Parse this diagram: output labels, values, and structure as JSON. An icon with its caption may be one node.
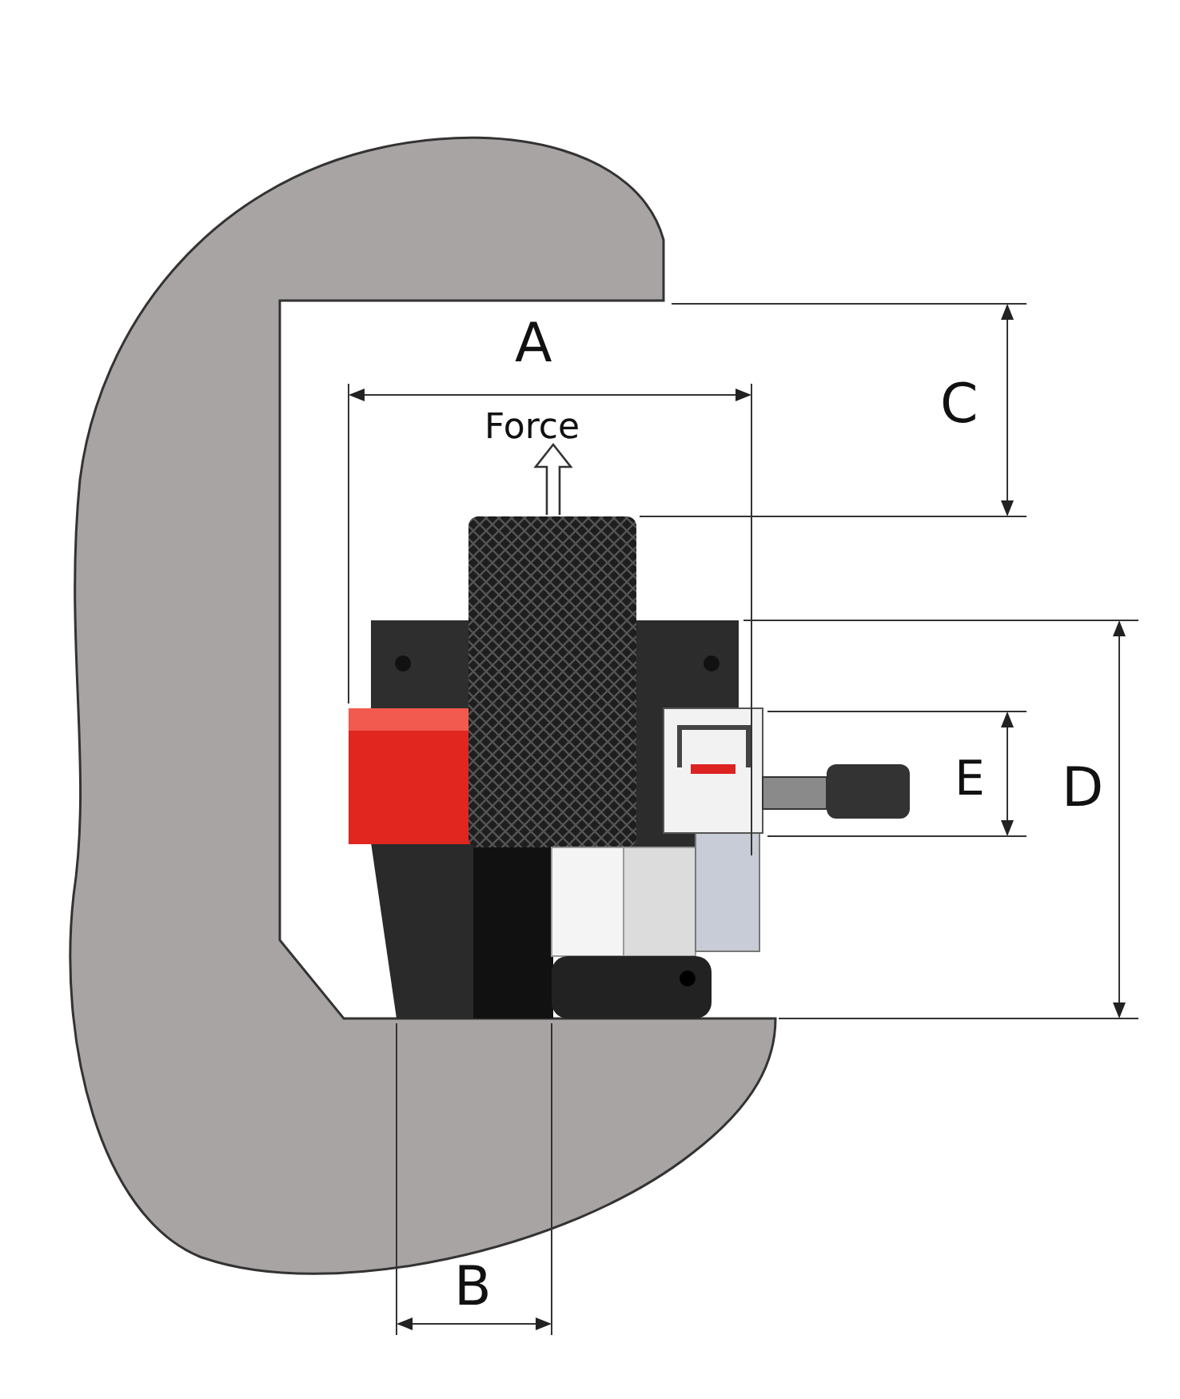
{
  "diagram": {
    "labels": [
      "A",
      "C",
      "Force",
      "E",
      "D",
      "B"
    ]
  }
}
